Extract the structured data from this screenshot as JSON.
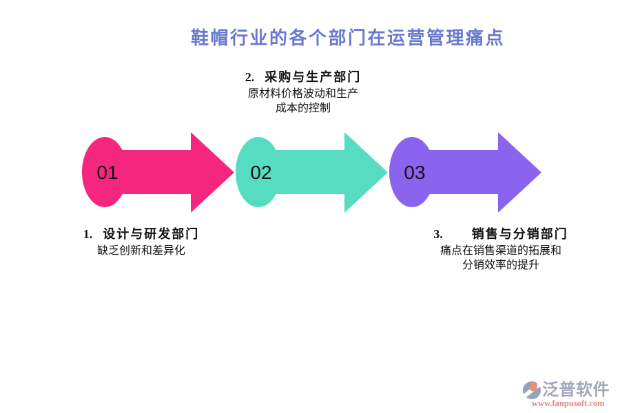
{
  "title": {
    "text": "鞋帽行业的各个部门在运营管理痛点",
    "color": "#6A79CE"
  },
  "number_text_color": "#111111",
  "steps": [
    {
      "id": "01",
      "color": "#F5267E",
      "number_label": "1.",
      "name": "设计与研发部门",
      "desc_lines": [
        "缺乏创新和差异化"
      ]
    },
    {
      "id": "02",
      "color": "#56DCC1",
      "number_label": "2.",
      "name": "采购与生产部门",
      "desc_lines": [
        "原材料价格波动和生产",
        "成本的控制"
      ]
    },
    {
      "id": "03",
      "color": "#8A64EF",
      "number_label": "3.",
      "name": "销售与分销部门",
      "desc_lines": [
        "痛点在销售渠道的拓展和",
        "分销效率的提升"
      ]
    }
  ],
  "watermark": {
    "brand": "泛普软件",
    "url": "www.fanpusoft.com",
    "brand_color": "#9FA9BC",
    "url_color": "#E0897D",
    "icon_gray": "#97A2B4",
    "icon_salmon": "#E2937F"
  }
}
